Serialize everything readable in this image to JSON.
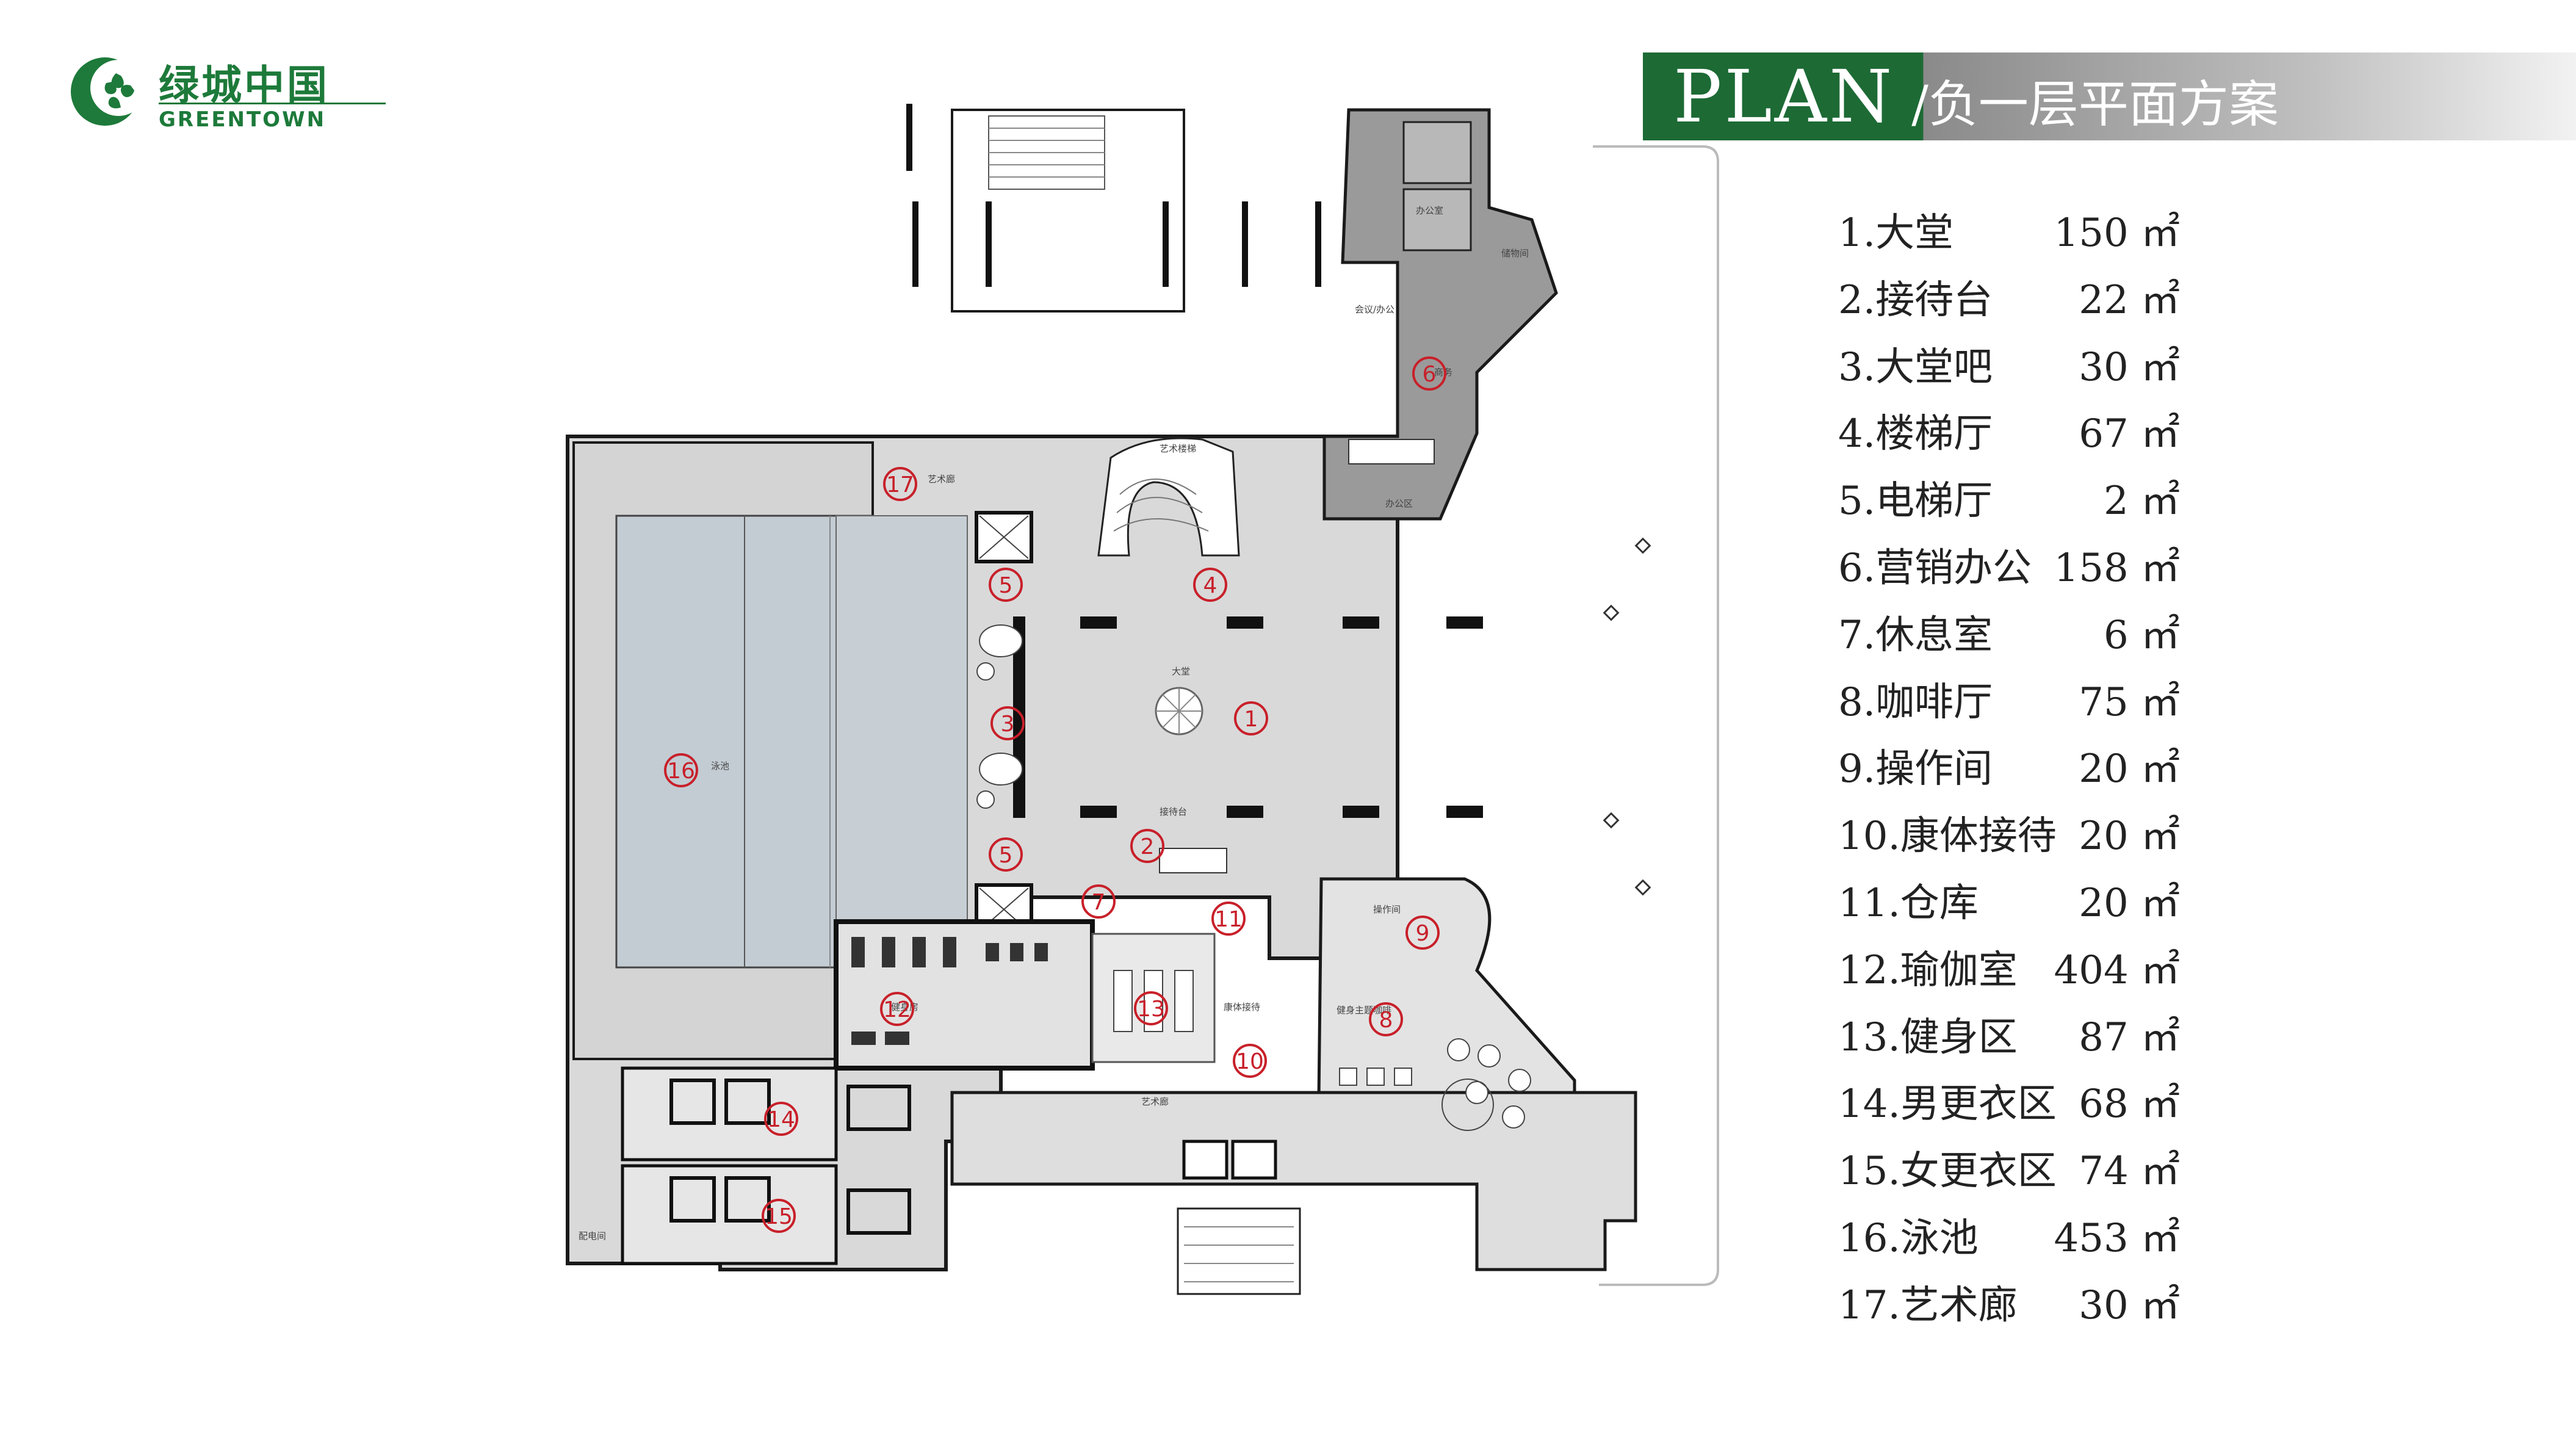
{
  "brand": {
    "name_cn": "绿城中国",
    "name_en": "GREENTOWN",
    "color": "#1d7a3a"
  },
  "title": {
    "main": "PLAN",
    "sub": "/负一层平面方案",
    "bar_color": "#1d6a35"
  },
  "legend": [
    {
      "name": "1.大堂",
      "area": "150 ㎡"
    },
    {
      "name": "2.接待台",
      "area": "22 ㎡"
    },
    {
      "name": "3.大堂吧",
      "area": "30 ㎡"
    },
    {
      "name": "4.楼梯厅",
      "area": "67 ㎡"
    },
    {
      "name": "5.电梯厅",
      "area": "2 ㎡"
    },
    {
      "name": "6.营销办公",
      "area": "158 ㎡"
    },
    {
      "name": "7.休息室",
      "area": "6 ㎡"
    },
    {
      "name": "8.咖啡厅",
      "area": "75 ㎡"
    },
    {
      "name": "9.操作间",
      "area": "20 ㎡"
    },
    {
      "name": "10.康体接待",
      "area": "20 ㎡"
    },
    {
      "name": "11.仓库",
      "area": "20 ㎡"
    },
    {
      "name": "12.瑜伽室",
      "area": "404 ㎡"
    },
    {
      "name": "13.健身区",
      "area": "87 ㎡"
    },
    {
      "name": "14.男更衣区",
      "area": "68 ㎡"
    },
    {
      "name": "15.女更衣区",
      "area": "74 ㎡"
    },
    {
      "name": "16.泳池",
      "area": "453 ㎡"
    },
    {
      "name": "17.艺术廊",
      "area": "30 ㎡"
    }
  ],
  "plan": {
    "markers": [
      "1",
      "2",
      "3",
      "4",
      "5",
      "5",
      "6",
      "7",
      "8",
      "9",
      "10",
      "11",
      "12",
      "13",
      "14",
      "15",
      "16",
      "17"
    ],
    "room_labels": {
      "lobby": "大堂",
      "reception": "接待台",
      "art_stair": "艺术楼梯",
      "art_gallery": "艺术廊",
      "pool": "泳池",
      "gym": "健身房",
      "elevator_hall": "艺术廊",
      "office_area": "办公区",
      "office_room": "办公室",
      "meeting": "会议/办公",
      "storage": "储物间",
      "sales": "商务",
      "fitness_reception": "康体接待",
      "operation": "操作间",
      "cafe": "健身主题咖啡",
      "distribution": "配电间"
    },
    "colors": {
      "marker": "#c8202a",
      "floor": "#d9d9d9",
      "pool": "#c3ccd3",
      "wall": "#1a1a1a"
    }
  }
}
